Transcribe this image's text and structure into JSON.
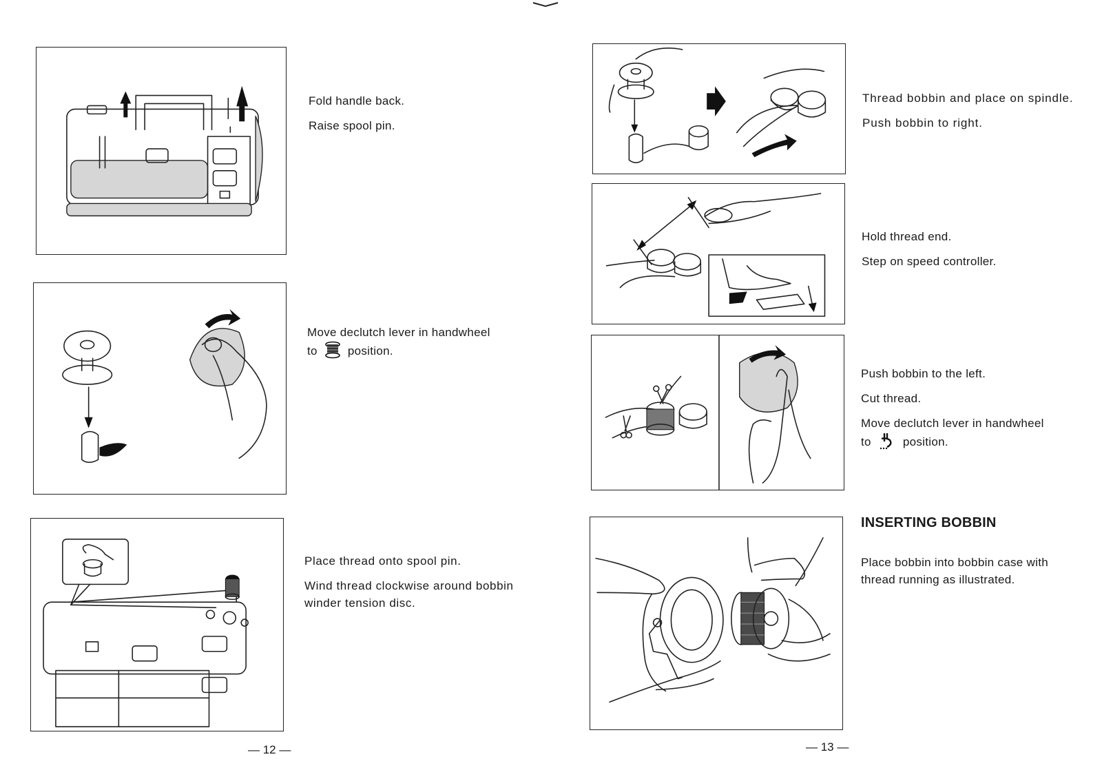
{
  "left_page": {
    "steps": [
      {
        "id": "fold-handle",
        "lines": [
          "Fold handle back.",
          "Raise spool pin."
        ]
      },
      {
        "id": "declutch",
        "line1": "Move declutch lever in handwheel",
        "line2_pre": "to",
        "line2_post": "position.",
        "icon": "bobbin-winding-icon"
      },
      {
        "id": "wind-thread",
        "lines": [
          "Place thread onto spool pin.",
          "Wind thread clockwise around bobbin winder tension disc."
        ]
      }
    ],
    "page_number": "— 12 —"
  },
  "right_page": {
    "steps": [
      {
        "id": "thread-bobbin",
        "lines": [
          "Thread bobbin and place on spindle.",
          "Push bobbin to right."
        ]
      },
      {
        "id": "hold-thread",
        "lines": [
          "Hold thread end.",
          "Step on speed controller."
        ]
      },
      {
        "id": "cut-thread",
        "lines": [
          "Push bobbin to the left.",
          "Cut thread."
        ],
        "line3": "Move declutch lever in handwheel",
        "line4_pre": "to",
        "line4_post": "position.",
        "icon": "needle-stitch-icon"
      }
    ],
    "section": {
      "heading": "INSERTING BOBBIN",
      "text": "Place bobbin into bobbin case with thread running as illustrated."
    },
    "page_number": "— 13 —"
  }
}
